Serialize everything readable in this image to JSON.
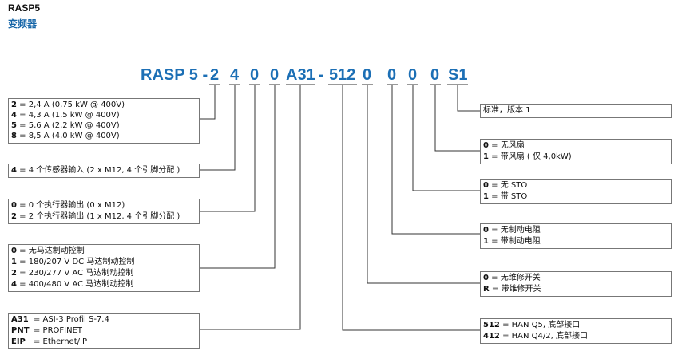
{
  "header": {
    "title": "RASP5",
    "subtitle": "变频器"
  },
  "code_parts": {
    "prefix": "RASP 5 -",
    "p1": "2",
    "p2": "4",
    "p3": "0",
    "p4": "0",
    "p5": "A31",
    "dash": "-",
    "p6": "512",
    "p7": "0",
    "p8": "0",
    "p9": "0",
    "p10": "S1"
  },
  "left_boxes": {
    "current": [
      {
        "code": "2",
        "text": "= 2,4 A (0,75 kW @ 400V)"
      },
      {
        "code": "4",
        "text": "= 4,3 A (1,5 kW @ 400V)"
      },
      {
        "code": "5",
        "text": "= 5,6 A (2,2 kW @ 400V)"
      },
      {
        "code": "8",
        "text": "= 8,5 A (4,0 kW @ 400V)"
      }
    ],
    "sensor": [
      {
        "code": "4",
        "text": "= 4 个传感器输入 (2 x M12, 4 个引脚分配 )"
      }
    ],
    "actuator": [
      {
        "code": "0",
        "text": "= 0 个执行器输出 (0 x M12)"
      },
      {
        "code": "2",
        "text": "= 2 个执行器输出 (1 x M12, 4 个引脚分配 )"
      }
    ],
    "brake": [
      {
        "code": "0",
        "text": "= 无马达制动控制"
      },
      {
        "code": "1",
        "text": "= 180/207 V DC 马达制动控制"
      },
      {
        "code": "2",
        "text": "= 230/277 V AC 马达制动控制"
      },
      {
        "code": "4",
        "text": "= 400/480 V AC 马达制动控制"
      }
    ],
    "bus": [
      {
        "code": "A31",
        "text": "= ASI-3 Profil S-7.4"
      },
      {
        "code": "PNT",
        "text": "= PROFINET"
      },
      {
        "code": "EIP",
        "text": "= Ethernet/IP"
      }
    ]
  },
  "right_boxes": {
    "version": [
      {
        "code": "",
        "text": "标准，版本 1"
      }
    ],
    "fan": [
      {
        "code": "0",
        "text": "= 无风扇"
      },
      {
        "code": "1",
        "text": "= 带风扇 ( 仅 4,0kW)"
      }
    ],
    "sto": [
      {
        "code": "0",
        "text": "= 无 STO"
      },
      {
        "code": "1",
        "text": "= 带 STO"
      }
    ],
    "resistor": [
      {
        "code": "0",
        "text": "= 无制动电阻"
      },
      {
        "code": "1",
        "text": "= 带制动电阻"
      }
    ],
    "switch": [
      {
        "code": "0",
        "text": "= 无维修开关"
      },
      {
        "code": "R",
        "text": "= 带维修开关"
      }
    ],
    "connector": [
      {
        "code": "512",
        "text": "= HAN Q5, 底部接口"
      },
      {
        "code": "412",
        "text": "= HAN Q4/2, 底部接口"
      }
    ]
  }
}
